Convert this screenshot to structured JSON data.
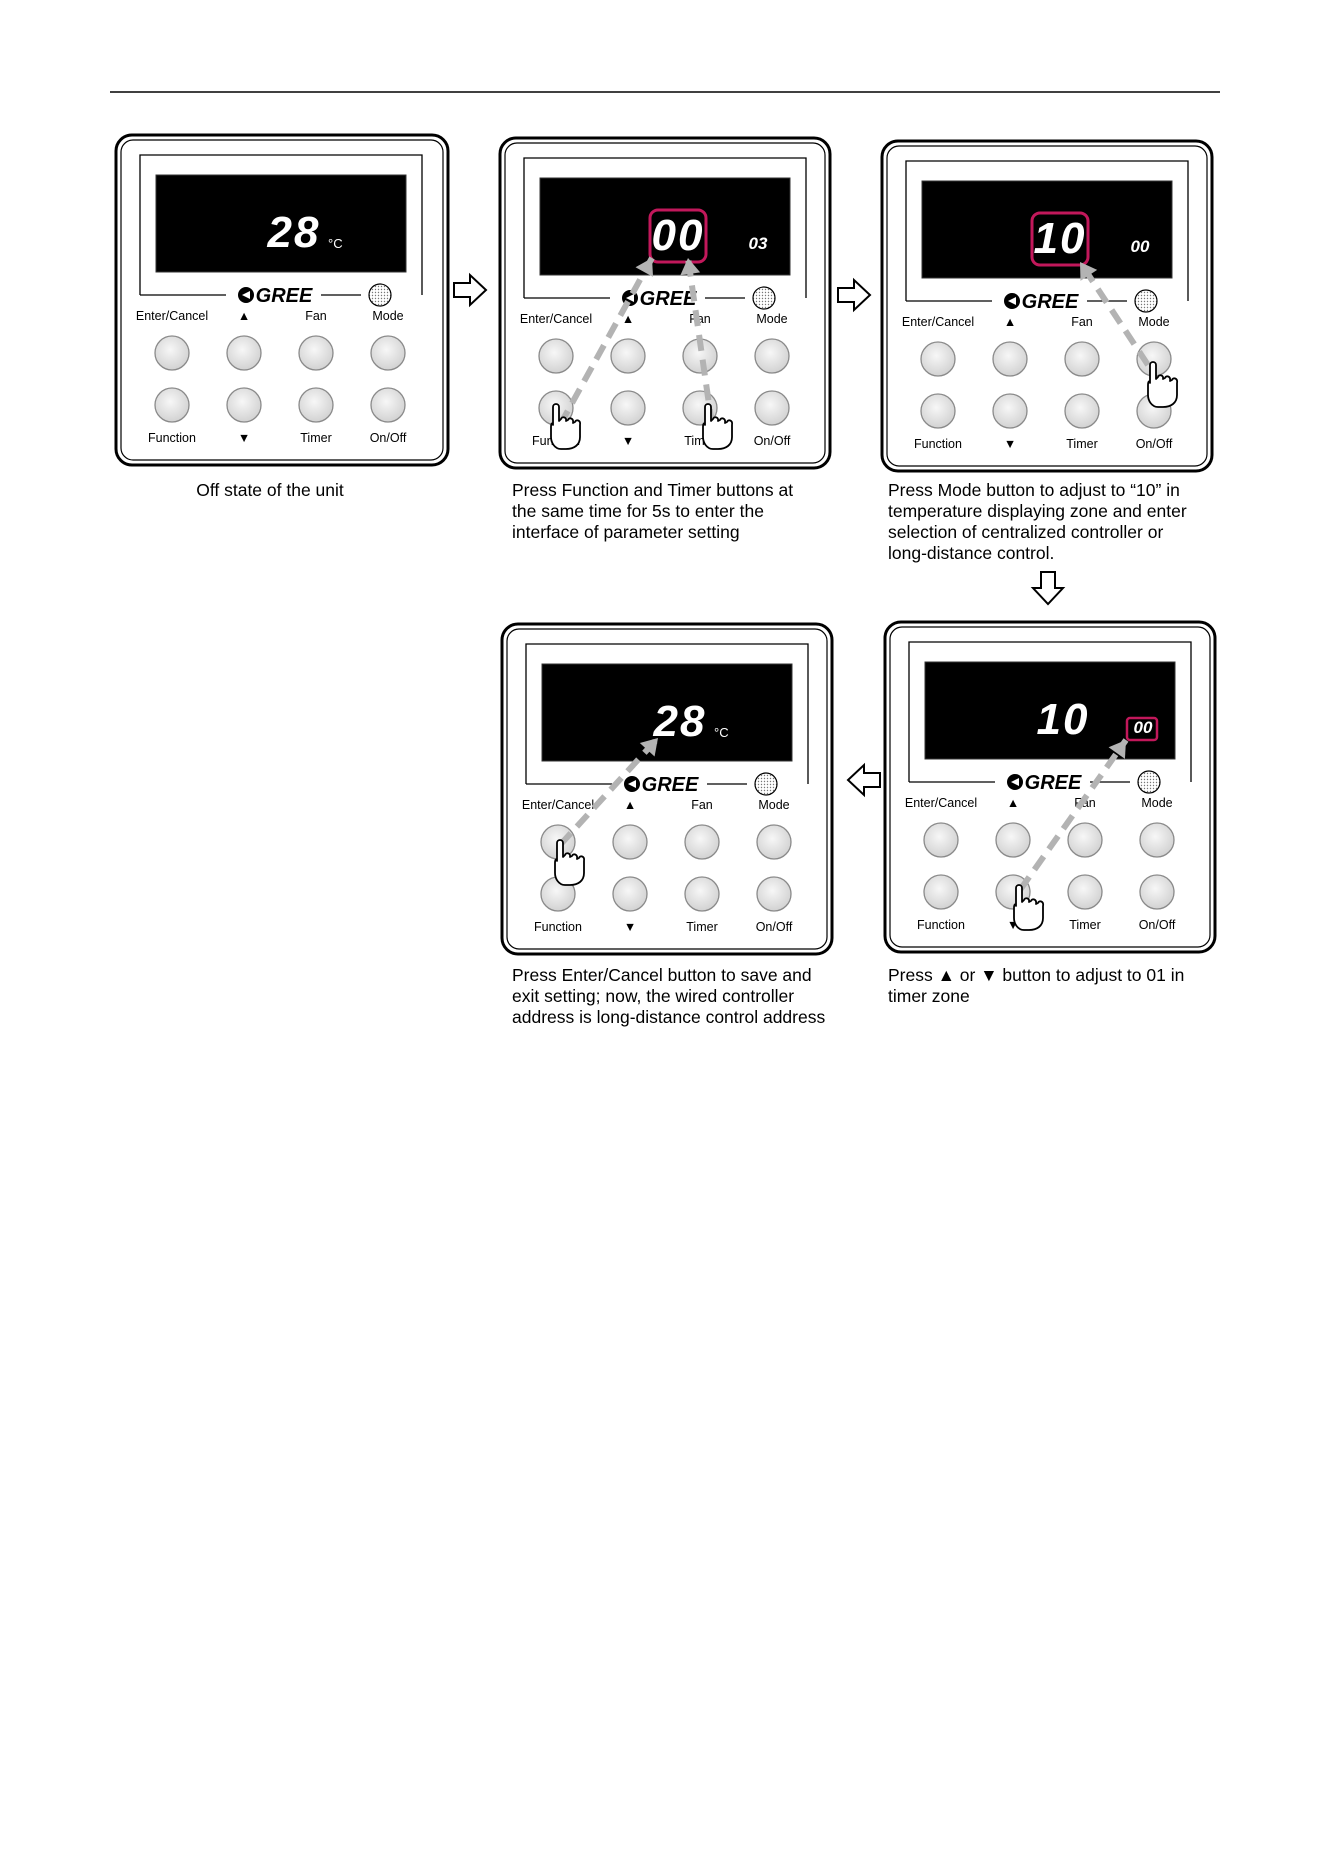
{
  "panel_labels": {
    "enter_cancel": "Enter/Cancel",
    "up": "▲",
    "fan": "Fan",
    "mode": "Mode",
    "function": "Function",
    "down": "▼",
    "timer": "Timer",
    "on_off": "On/Off",
    "brand": "GREE"
  },
  "panels": [
    {
      "id": "panel-1",
      "display_main": "28",
      "display_unit": "°C",
      "display_small": ""
    },
    {
      "id": "panel-2",
      "display_main": "00",
      "display_unit": "",
      "display_small": "03"
    },
    {
      "id": "panel-3",
      "display_main": "10",
      "display_unit": "",
      "display_small": "00"
    },
    {
      "id": "panel-4",
      "display_main": "10",
      "display_unit": "",
      "display_small": "00"
    },
    {
      "id": "panel-5",
      "display_main": "28",
      "display_unit": "°C",
      "display_small": ""
    }
  ],
  "captions": {
    "step1": [
      "Off state of the unit"
    ],
    "step2": [
      "Press Function and Timer buttons at",
      "the same time for 5s to enter the",
      "interface of parameter setting"
    ],
    "step3": [
      "Press Mode button to adjust to “10” in",
      "temperature displaying zone and enter",
      "selection of centralized controller or",
      "long-distance control."
    ],
    "step4": [
      "Press ▲ or ▼ button to adjust to 01 in",
      "timer zone"
    ],
    "step5": [
      "Press Enter/Cancel button to save and",
      "exit setting; now, the wired controller",
      "address is long-distance control address"
    ]
  },
  "colors": {
    "highlight": "#c2185b",
    "arrow_dash": "#b3b3b3",
    "lcd": "#000000",
    "button_fill": "#e6e6e6"
  }
}
